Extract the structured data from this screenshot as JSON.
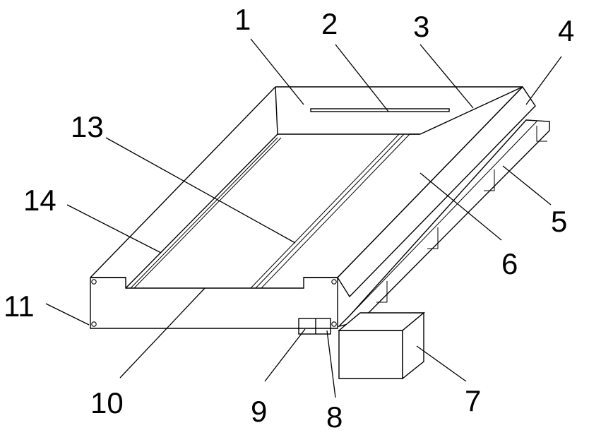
{
  "labels": {
    "l1": "1",
    "l2": "2",
    "l3": "3",
    "l4": "4",
    "l5": "5",
    "l6": "6",
    "l7": "7",
    "l8": "8",
    "l9": "9",
    "l10": "10",
    "l11": "11",
    "l13": "13",
    "l14": "14"
  }
}
